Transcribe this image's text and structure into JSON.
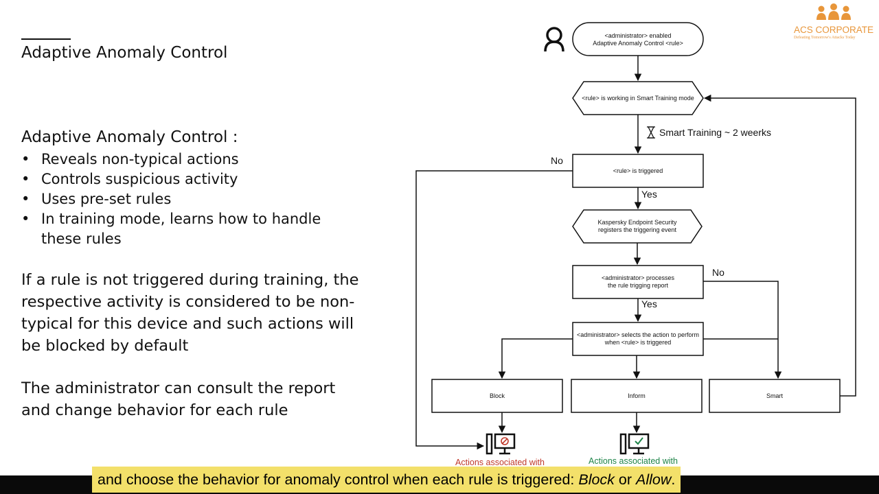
{
  "slide": {
    "title": "Adaptive Anomaly Control",
    "heading": "Adaptive Anomaly Control :",
    "bullets": [
      "Reveals non-typical actions",
      "Controls suspicious activity",
      "Uses pre-set rules",
      "In training mode, learns how to handle these rules"
    ],
    "paragraph_1": "If a rule is not triggered during training, the respective activity is considered to be non-typical for this device and such actions will be blocked by default",
    "paragraph_2": "The administrator can consult the report and change behavior for each rule"
  },
  "flowchart": {
    "start": [
      "<administrator> enabled",
      "Adaptive Anomaly Control <rule>"
    ],
    "training_mode": "<rule> is working in Smart Training mode",
    "training_duration": "Smart Training ~ 2 weerks",
    "triggered": "<rule> is triggered",
    "kes_registers": [
      "Kaspersky Endpoint Security",
      "registers the triggering event"
    ],
    "admin_processes": [
      "<administrator> processes",
      "the rule trigging report"
    ],
    "admin_selects": [
      "<administrator> selects the action to perform",
      "when <rule> is triggered"
    ],
    "actions": [
      "Block",
      "Inform",
      "Smart"
    ],
    "label_no_1": "No",
    "label_yes_1": "Yes",
    "label_no_2": "No",
    "label_yes_2": "Yes",
    "outcome_block": "Actions associated with",
    "outcome_allow": "Actions associated with",
    "colors": {
      "block_outcome": "#c0392b",
      "allow_outcome": "#1e8449"
    },
    "icons": [
      "user-icon",
      "hourglass-icon",
      "blocked-computer-icon",
      "allowed-computer-icon"
    ]
  },
  "logo": {
    "name": "ACS CORPORATE",
    "tagline": "Defeating Tomorrow's Attacks Today",
    "color": "#e8963a"
  },
  "caption": {
    "before": "and choose the behavior for anomaly control when each rule is triggered: ",
    "option_1": "Block",
    "middle": " or ",
    "option_2": "Allow",
    "after": "."
  }
}
